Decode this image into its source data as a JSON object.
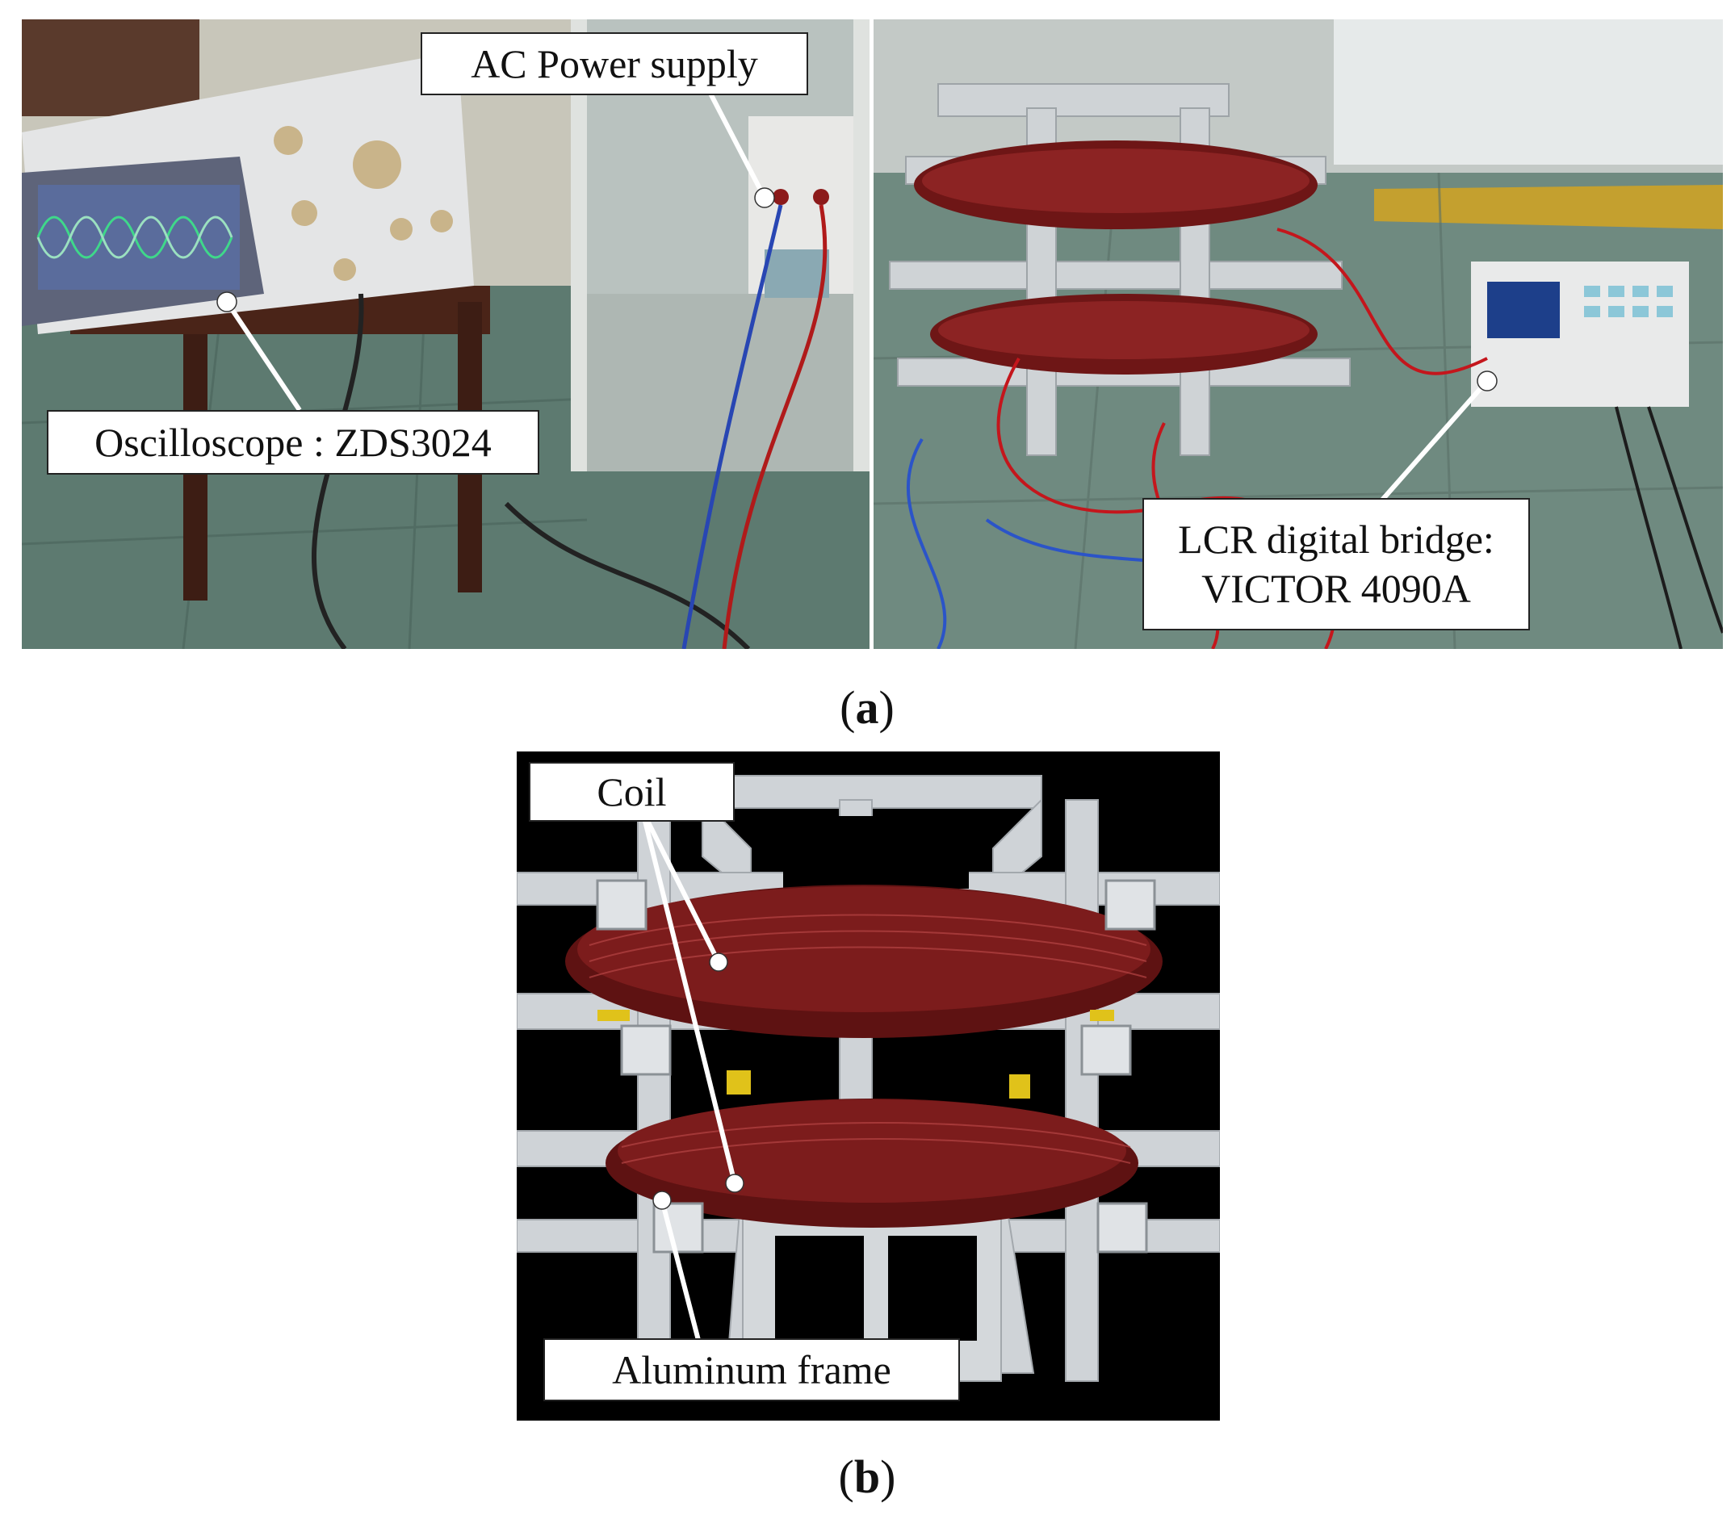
{
  "panel_a": {
    "labels": {
      "ac_power_supply": "AC Power supply",
      "oscilloscope": "Oscilloscope : ZDS3024",
      "lcr_line1": "LCR digital bridge:",
      "lcr_line2": "VICTOR 4090A"
    },
    "caption_letter": "a"
  },
  "panel_b": {
    "labels": {
      "coil": "Coil",
      "aluminum_frame": "Aluminum frame"
    },
    "caption_letter": "b"
  },
  "colors": {
    "copper": "#7a1a1a",
    "aluminum": "#c9cdd2",
    "floor": "#5f7a72",
    "background_b": "#000000"
  }
}
